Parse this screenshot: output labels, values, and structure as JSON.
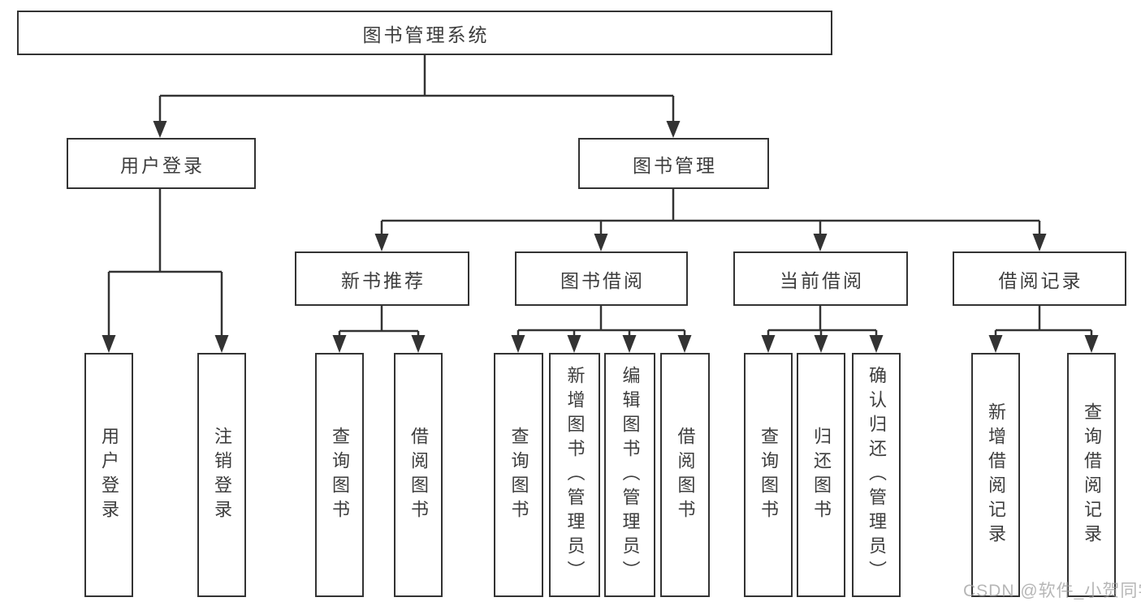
{
  "nodes": {
    "root": "图书管理系统",
    "user_login": "用户登录",
    "book_mgmt": "图书管理",
    "new_book_rec": "新书推荐",
    "book_borrow": "图书借阅",
    "current_borrow": "当前借阅",
    "borrow_records": "借阅记录"
  },
  "leaves": {
    "user_login": [
      "用户登录",
      "注销登录"
    ],
    "new_book_rec": [
      "查询图书",
      "借阅图书"
    ],
    "book_borrow": [
      "查询图书",
      "新增图书（管理员）",
      "编辑图书（管理员）",
      "借阅图书"
    ],
    "current_borrow": [
      "查询图书",
      "归还图书",
      "确认归还（管理员）"
    ],
    "borrow_records": [
      "新增借阅记录",
      "查询借阅记录"
    ]
  },
  "watermark": "CSDN @软件_小贺同学",
  "colors": {
    "line": "#333333",
    "text": "#3d3d3d",
    "background": "#ffffff",
    "watermark": "#9b9b9b"
  }
}
